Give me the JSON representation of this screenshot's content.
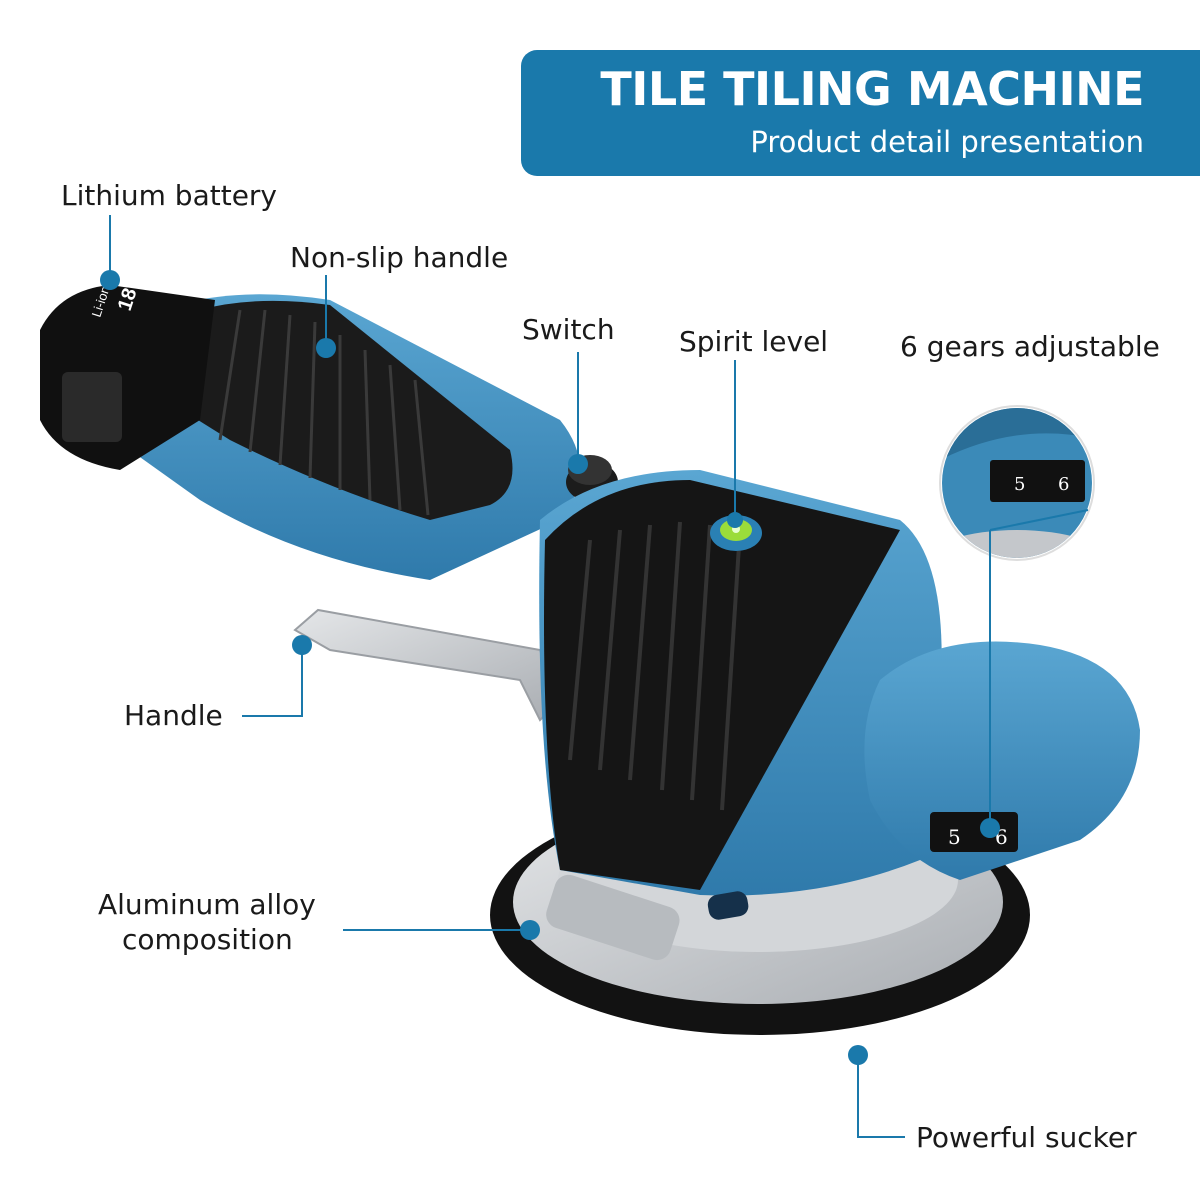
{
  "header": {
    "title": "TILE TILING MACHINE",
    "subtitle": "Product detail presentation"
  },
  "callouts": {
    "battery": "Lithium battery",
    "grip": "Non-slip handle",
    "switch": "Switch",
    "level": "Spirit level",
    "gears": "6 gears adjustable",
    "handle": "Handle",
    "alloy_line1": "Aluminum alloy",
    "alloy_line2": "composition",
    "sucker": "Powerful sucker"
  },
  "product_marks": {
    "battery_voltage": "18V",
    "battery_type": "Li-ion",
    "gear_left": "5",
    "gear_right": "6"
  },
  "colors": {
    "accent": "#1a79ab",
    "body": "#3f8fbf",
    "rubber": "#161616",
    "metal": "#c9ccd0"
  }
}
